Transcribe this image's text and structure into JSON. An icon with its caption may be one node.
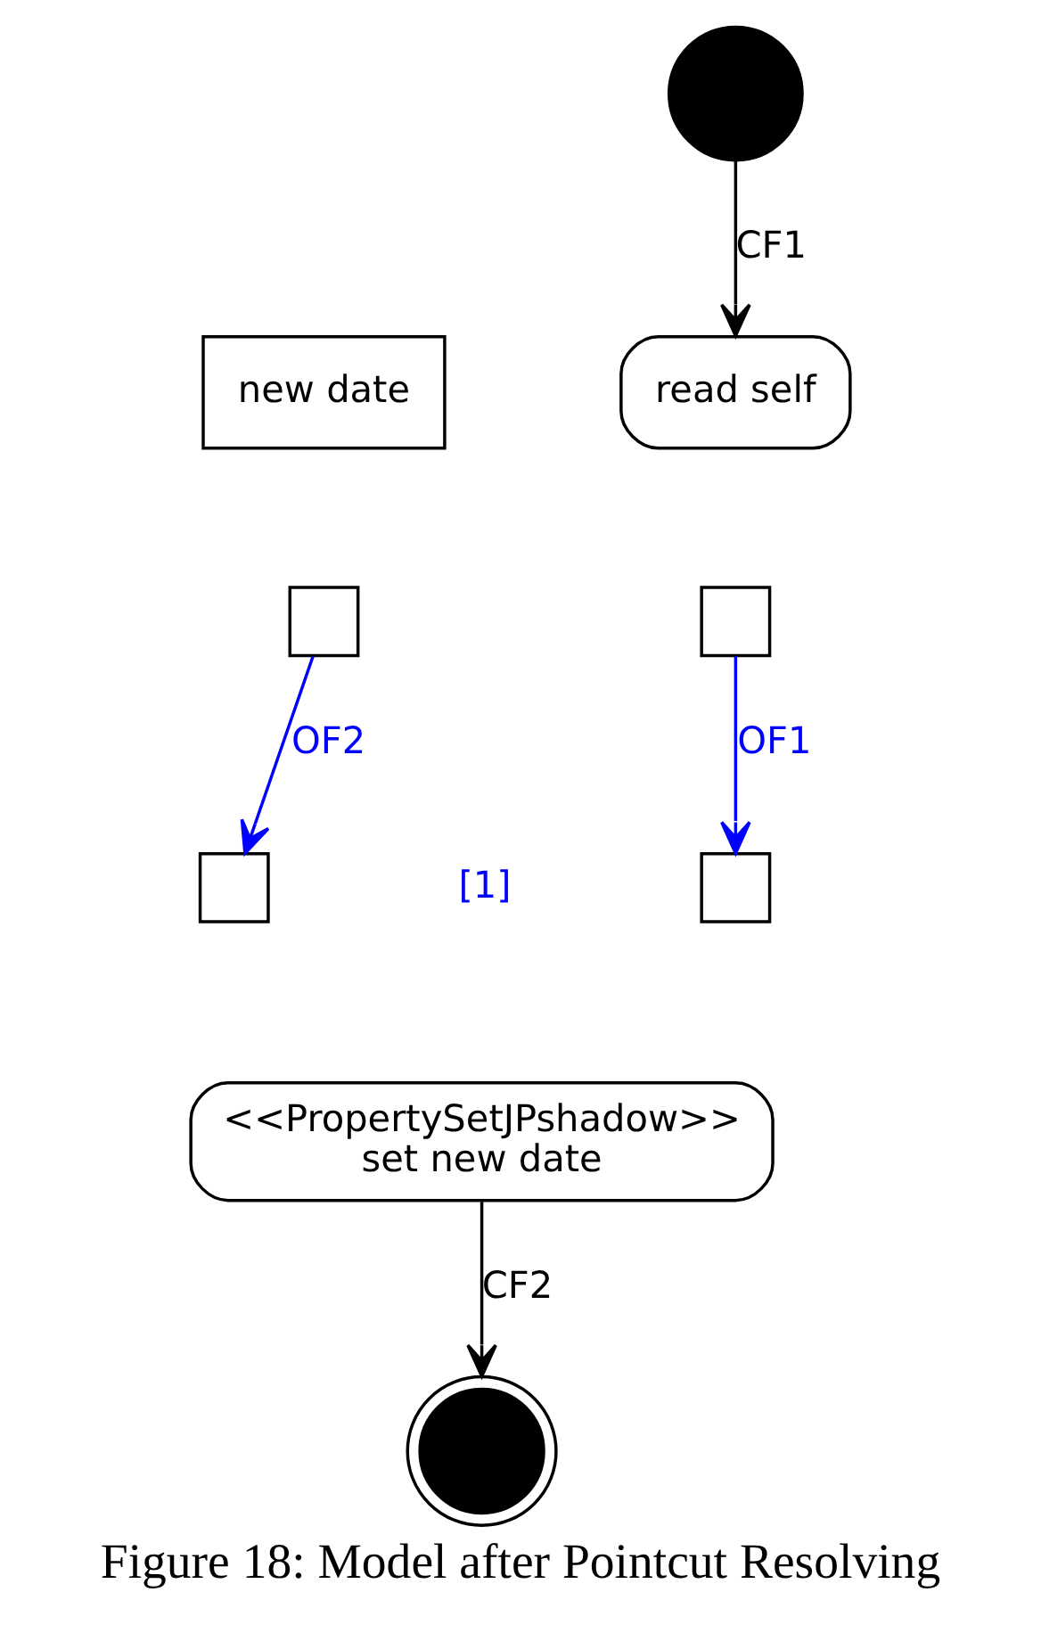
{
  "diagram": {
    "caption": "Figure 18: Model after Pointcut Resolving",
    "nodes": [
      {
        "text": [
          "new date"
        ]
      },
      {
        "text": [],
        "shape": "box"
      },
      {
        "text": [],
        "shape": "circle"
      },
      {
        "text": [
          "read self"
        ]
      },
      {
        "text": [],
        "shape": "box"
      },
      {
        "text": [],
        "shape": "box"
      },
      {
        "text": [],
        "shape": "box"
      },
      {
        "text": [
          "<<PropertySetJPshadow>>",
          "set new date"
        ]
      },
      {
        "text": [],
        "shape": "circle"
      }
    ],
    "edges": [
      {
        "from": 2,
        "to": 3,
        "arrow": "to",
        "label": "CF1"
      },
      {
        "from": 1,
        "to": 5,
        "arrow": "to",
        "label": "OF2",
        "color": "#0000ff"
      },
      {
        "from": 4,
        "to": 6,
        "arrow": "to",
        "label": "OF1",
        "color": "#0000ff"
      },
      {
        "from": 7,
        "to": 8,
        "arrow": "to",
        "label": "CF2"
      }
    ],
    "labels": [
      "[1]"
    ]
  }
}
